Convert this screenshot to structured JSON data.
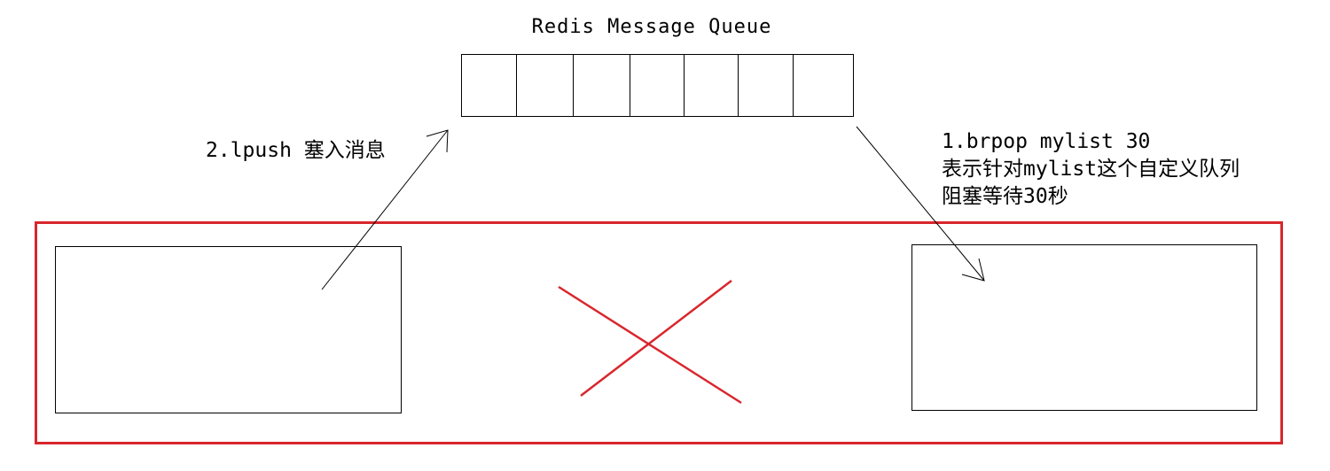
{
  "queue": {
    "title": "Redis Message Queue",
    "slot_count": 7
  },
  "producer": {
    "label": "2.lpush 塞入消息"
  },
  "consumer": {
    "label_lines": [
      "1.brpop mylist 30",
      "表示针对mylist这个自定义队列",
      "阻塞等待30秒"
    ]
  },
  "colors": {
    "frame": "#d9262c",
    "cross": "#d9262c",
    "line": "#000000"
  }
}
